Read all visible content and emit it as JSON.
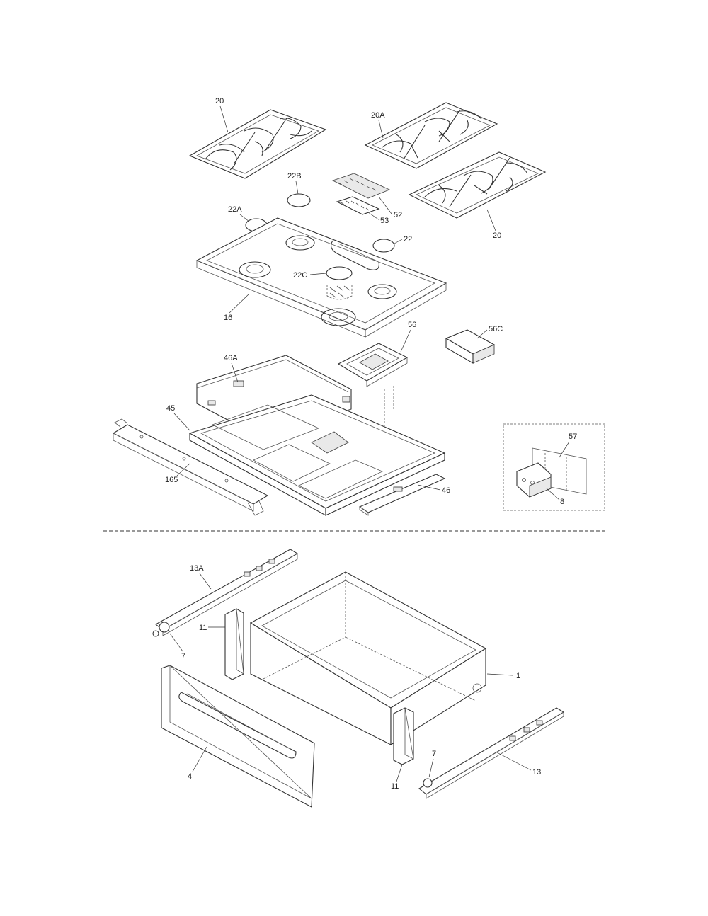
{
  "labels": {
    "grate_left": "20",
    "grate_20a": "20A",
    "grate_right": "20",
    "cap_22b": "22B",
    "cap_22a": "22A",
    "cap_22": "22",
    "cap_22c": "22C",
    "part_52": "52",
    "part_53": "53",
    "cooktop_16": "16",
    "part_56": "56",
    "part_56c": "56C",
    "part_46a": "46A",
    "part_45": "45",
    "part_165": "165",
    "part_46": "46",
    "part_57": "57",
    "part_8": "8",
    "slide_13a": "13A",
    "stop_7_left": "7",
    "bracket_11_left": "11",
    "drawer_1": "1",
    "panel_4": "4",
    "stop_7_right": "7",
    "bracket_11_right": "11",
    "slide_13": "13"
  }
}
